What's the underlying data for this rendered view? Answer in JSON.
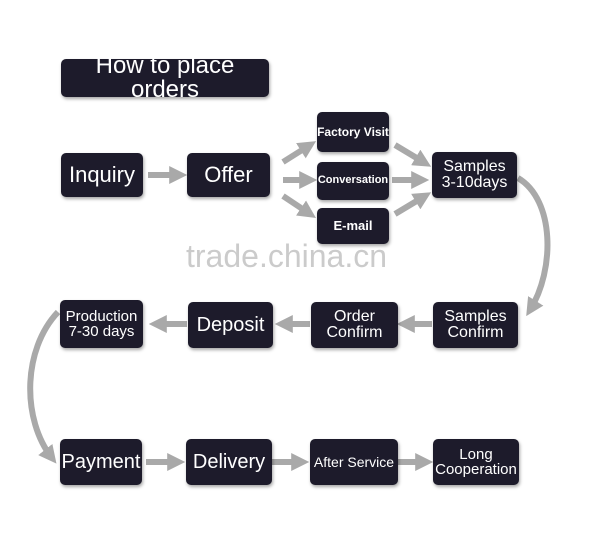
{
  "title": "How to place orders",
  "steps": {
    "inquiry": "Inquiry",
    "offer": "Offer",
    "factory_visit": "Factory Visit",
    "conversation": "Conversation",
    "email": "E-mail",
    "samples": "Samples\n3-10days",
    "samples_confirm": "Samples\nConfirm",
    "order_confirm": "Order\nConfirm",
    "deposit": "Deposit",
    "production": "Production\n7-30 days",
    "payment": "Payment",
    "delivery": "Delivery",
    "after_service": "After Service",
    "long_cooperation": "Long\nCooperation"
  },
  "watermark": "trade.china.cn",
  "colors": {
    "box_fill": "#1d1b2b",
    "box_text": "#ffffff",
    "arrow": "#a9a9a9"
  }
}
